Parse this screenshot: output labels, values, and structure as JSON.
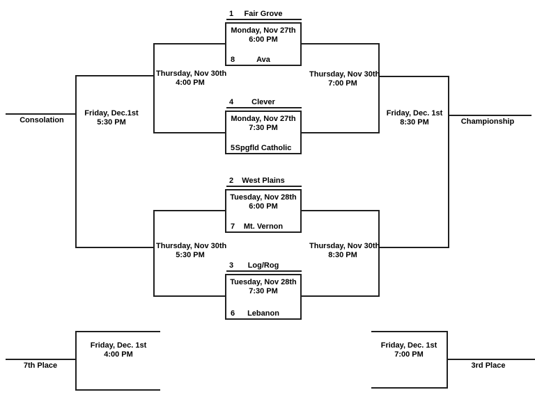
{
  "games": {
    "game1": {
      "seed_top": "1",
      "team_top": "Fair Grove",
      "seed_bottom": "8",
      "team_bottom": "Ava",
      "date": "Monday, Nov 27th",
      "time": "6:00 PM"
    },
    "game2": {
      "seed_top": "4",
      "team_top": "Clever",
      "seed_bottom": "5",
      "team_bottom": "Spgfld Catholic",
      "date": "Monday, Nov 27th",
      "time": "7:30 PM"
    },
    "game3": {
      "seed_top": "2",
      "team_top": "West Plains",
      "seed_bottom": "7",
      "team_bottom": "Mt. Vernon",
      "date": "Tuesday, Nov 28th",
      "time": "6:00 PM"
    },
    "game4": {
      "seed_top": "3",
      "team_top": "Log/Rog",
      "seed_bottom": "6",
      "team_bottom": "Lebanon",
      "date": "Tuesday, Nov 28th",
      "time": "7:30 PM"
    }
  },
  "matches": {
    "consolation_semi_1": {
      "date": "Thursday, Nov 30th",
      "time": "4:00 PM"
    },
    "consolation_semi_2": {
      "date": "Thursday, Nov 30th",
      "time": "5:30 PM"
    },
    "championship_semi_1": {
      "date": "Thursday, Nov 30th",
      "time": "7:00 PM"
    },
    "championship_semi_2": {
      "date": "Thursday, Nov 30th",
      "time": "8:30 PM"
    },
    "consolation_final": {
      "date": "Friday, Dec.1st",
      "time": "5:30 PM"
    },
    "championship_final": {
      "date": "Friday, Dec. 1st",
      "time": "8:30 PM"
    },
    "seventh_place_game": {
      "date": "Friday, Dec. 1st",
      "time": "4:00 PM"
    },
    "third_place_game": {
      "date": "Friday, Dec. 1st",
      "time": "7:00 PM"
    }
  },
  "labels": {
    "consolation": "Consolation",
    "championship": "Championship",
    "seventh_place": "7th Place",
    "third_place": "3rd Place"
  },
  "colors": {
    "line": "#1f1f1f",
    "text": "#000000",
    "background": "#ffffff"
  }
}
